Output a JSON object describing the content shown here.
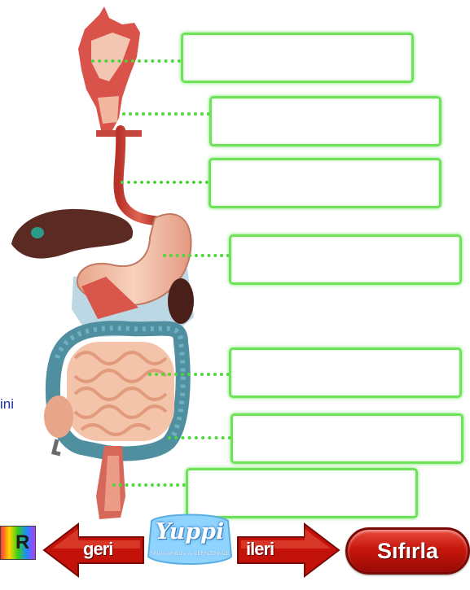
{
  "diagram": {
    "label_boxes": [
      {
        "name": "label-box-1",
        "value": ""
      },
      {
        "name": "label-box-2",
        "value": ""
      },
      {
        "name": "label-box-3",
        "value": ""
      },
      {
        "name": "label-box-4",
        "value": ""
      },
      {
        "name": "label-box-5",
        "value": ""
      },
      {
        "name": "label-box-6",
        "value": ""
      },
      {
        "name": "label-box-7",
        "value": ""
      }
    ]
  },
  "side_text": "ini",
  "nav": {
    "back_label": "geri",
    "next_label": "ileri",
    "reset_label": "Sıfırla",
    "record_letter": "R"
  },
  "logo": {
    "name": "Yuppi",
    "tagline": "SINAVLARINIZA ve DERSLERİNİZE"
  },
  "colors": {
    "box_border": "#6ee35a",
    "leader_dots": "#4fd63c",
    "arrow_red": "#c3120a",
    "reset_red": "#c7170d",
    "logo_blue": "#8fd3ff"
  }
}
